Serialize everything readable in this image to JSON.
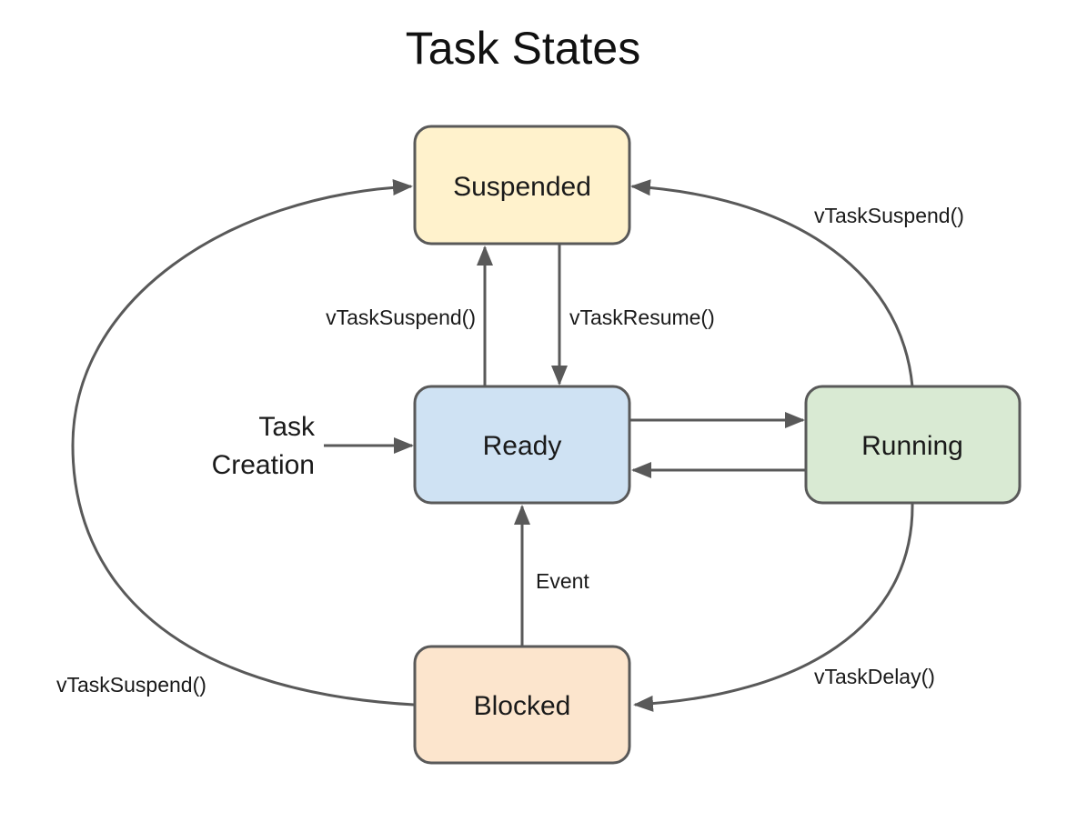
{
  "title": "Task States",
  "colors": {
    "suspended_fill": "#fff2cc",
    "ready_fill": "#cfe2f3",
    "running_fill": "#d9ead3",
    "blocked_fill": "#fce5cd",
    "box_stroke": "#595959",
    "arrow": "#595959"
  },
  "states": {
    "suspended": "Suspended",
    "ready": "Ready",
    "running": "Running",
    "blocked": "Blocked"
  },
  "entry": {
    "line1": "Task",
    "line2": "Creation"
  },
  "edges": {
    "ready_to_suspended": "vTaskSuspend()",
    "suspended_to_ready": "vTaskResume()",
    "running_to_suspended": "vTaskSuspend()",
    "blocked_to_suspended": "vTaskSuspend()",
    "running_to_blocked": "vTaskDelay()",
    "blocked_to_ready": "Event"
  }
}
